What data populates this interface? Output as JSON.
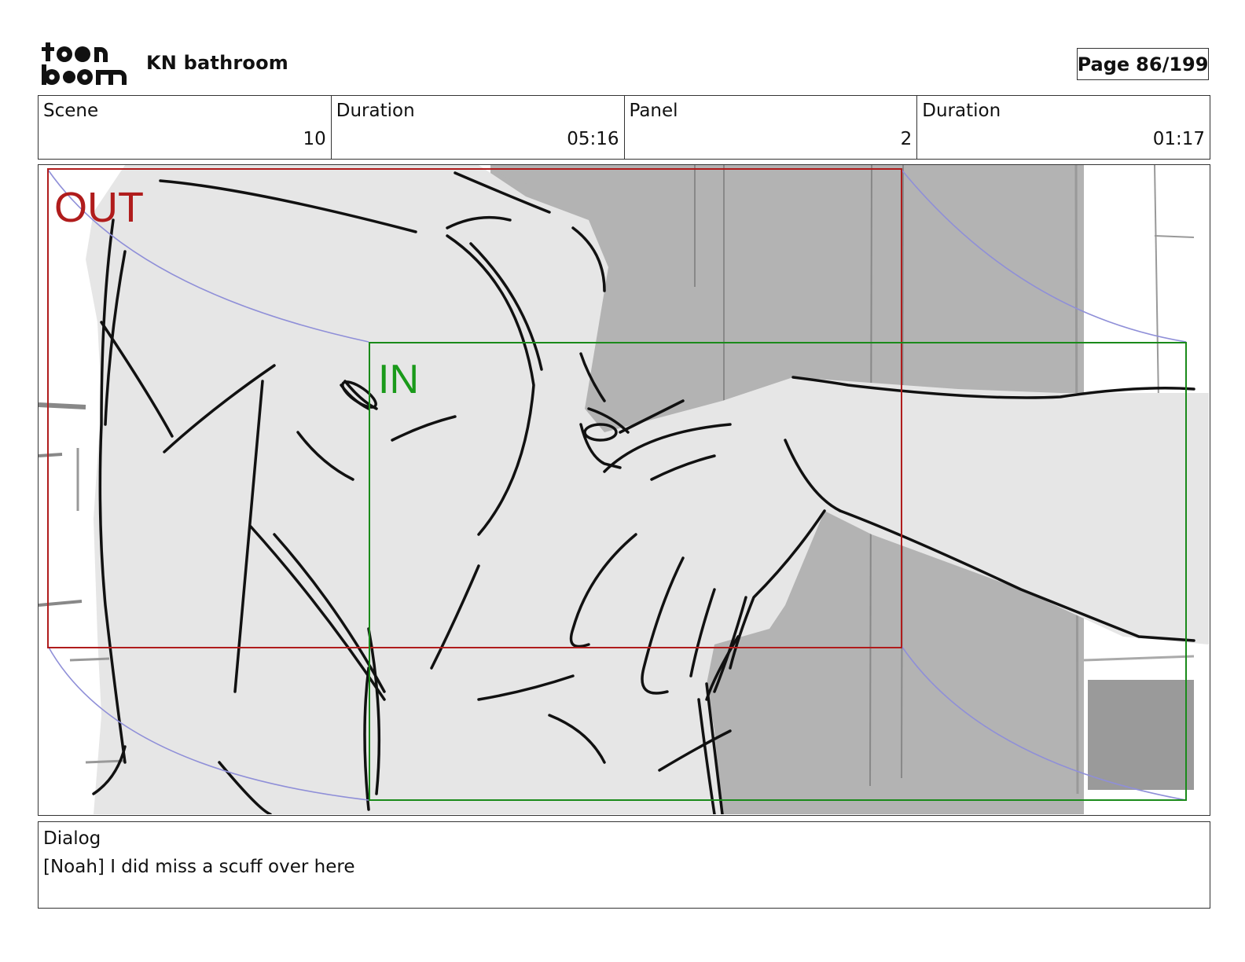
{
  "header": {
    "logo_text": "toon boom",
    "project_title": "KN bathroom",
    "page_label": "Page",
    "page_number": "86/199"
  },
  "info": {
    "scene_label": "Scene",
    "scene_value": "10",
    "scene_duration_label": "Duration",
    "scene_duration_value": "05:16",
    "panel_label": "Panel",
    "panel_value": "2",
    "panel_duration_label": "Duration",
    "panel_duration_value": "01:17"
  },
  "panel": {
    "out_label": "OUT",
    "in_label": "IN",
    "out_color": "#b01c1c",
    "in_color": "#1a9a1a",
    "guide_color": "#8f8fd8"
  },
  "dialog": {
    "label": "Dialog",
    "text": "[Noah] I did miss a scuff over here"
  }
}
